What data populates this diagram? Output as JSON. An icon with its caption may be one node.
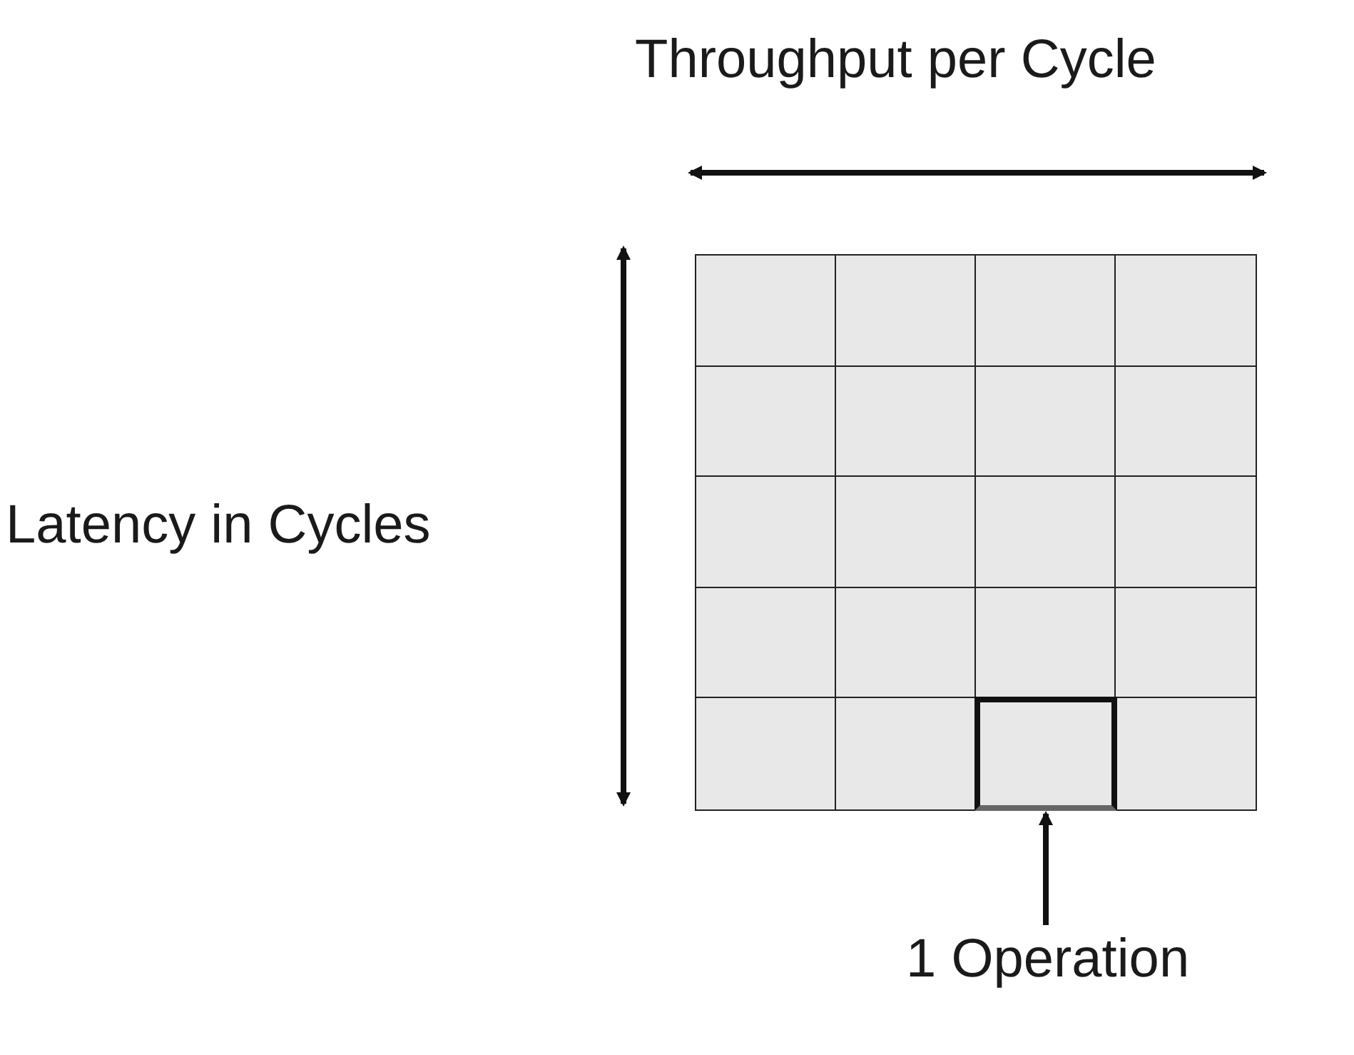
{
  "diagram": {
    "nodes": [
      {
        "text": [
          "1 Operation"
        ]
      },
      {
        "text": [],
        "shape": "box"
      }
    ],
    "edges": [
      {
        "from": 0,
        "to": 1,
        "arrow": "to"
      }
    ],
    "labels": [
      "Throughput per Cycle",
      "Latency in Cycles"
    ]
  }
}
